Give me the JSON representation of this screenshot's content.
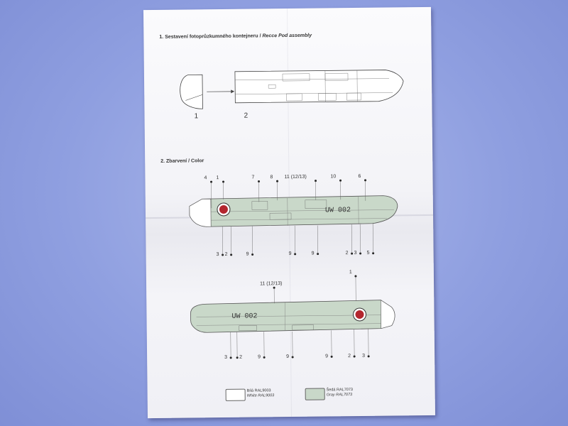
{
  "section1": {
    "heading_cz": "1. Sestavení fotoprůzkumného kontejneru / ",
    "heading_en": "Recce Pod assembly",
    "parts": [
      "1",
      "2"
    ]
  },
  "section2": {
    "heading": "2. Zbarvení / Color",
    "top_view": {
      "callouts_top": [
        "4",
        "1",
        "7",
        "8",
        "11 (12/13)",
        "10",
        "6"
      ],
      "callouts_bottom": [
        "3",
        "2",
        "9",
        "9",
        "9",
        "2",
        "3",
        "5"
      ],
      "marking": "UW 002"
    },
    "bottom_view": {
      "callouts_top": [
        "11 (12/13)",
        "1"
      ],
      "callouts_bottom": [
        "3",
        "2",
        "9",
        "9",
        "9",
        "2",
        "3"
      ],
      "marking": "UW 002"
    }
  },
  "legend": [
    {
      "label_cz": "Bílá RAL9003",
      "label_en": "White RAL9003",
      "color": "#ffffff"
    },
    {
      "label_cz": "Šedá RAL7073",
      "label_en": "Gray RAL7073",
      "color": "#c9d8c9"
    }
  ],
  "colors": {
    "background": "#8f9fe0",
    "pod_gray": "#c9d8c9",
    "pod_white": "#ffffff",
    "insignia_red": "#b3262e"
  }
}
